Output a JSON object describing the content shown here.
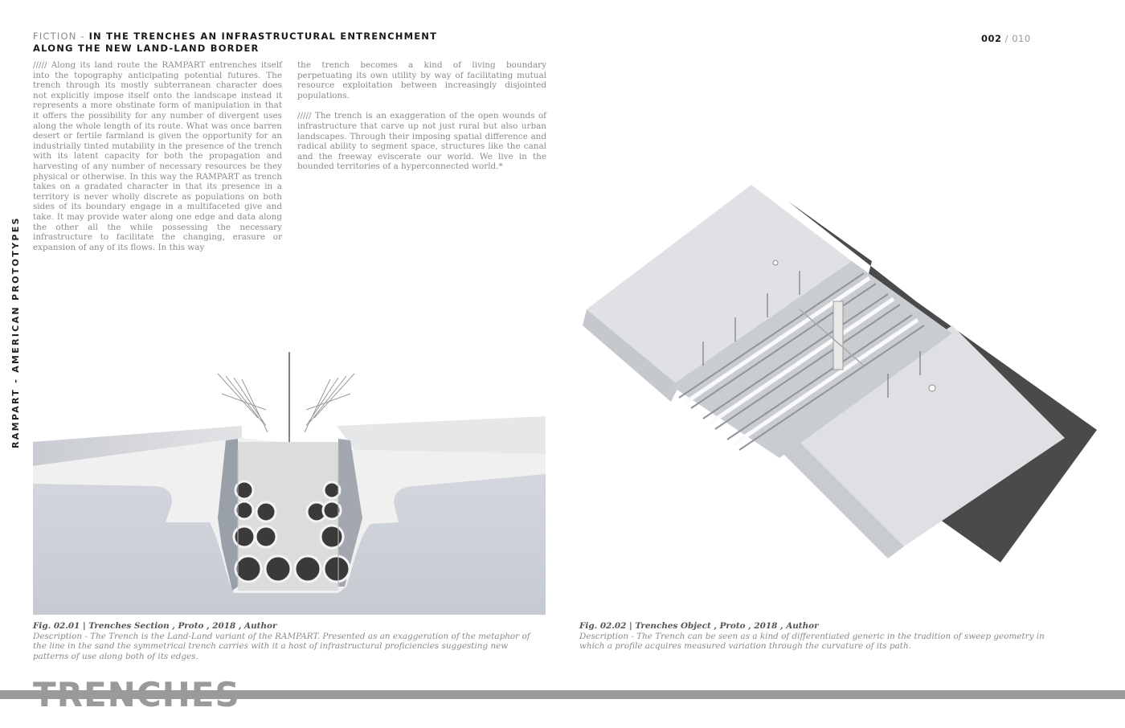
{
  "header": {
    "prefix": "FICTION - ",
    "title_line1": "IN THE TRENCHES AN INFRASTRUCTURAL ENTRENCHMENT",
    "title_line2": "ALONG THE NEW LAND-LAND BORDER"
  },
  "page_number": {
    "current": "002",
    "separator": " / ",
    "total": "010"
  },
  "side_label": "RAMPART - AMERICAN PROTOTYPES",
  "body": {
    "column1": [
      "///// Along its land route the RAMPART entrenches itself into the topography anticipating potential futures. The trench through its mostly subterranean character does not explicitly impose itself onto the landscape instead it represents a more obstinate form of manipulation in that it offers the possibility for any number of divergent uses along the whole length of its route. What was once barren desert or fertile farmland is given the opportunity for an industrially tinted mutability in the presence of the trench with its latent capacity for both the propagation and harvesting of any number of necessary resources be they physical or otherwise. In this way the RAMPART as trench takes on a gradated character in that its presence in a territory is never wholly discrete as populations on both sides of its boundary engage in a multifaceted give and take. It may provide water along one edge and data along the other all the while possessing the necessary infrastructure to facilitate the changing, erasure or expansion of any of its flows. In this way"
    ],
    "column2": [
      "the trench becomes a kind of living boundary perpetuating its own utility by way of facilitating mutual resource exploitation between increasingly disjointed populations.",
      "///// The trench is an exaggeration of the open wounds of infrastructure that carve up not just rural but also urban landscapes. Through their imposing spatial difference and radical ability to segment space, structures like the canal and the freeway eviscerate our world. We live in the bounded territories of a hyperconnected world.*"
    ]
  },
  "figures": [
    {
      "caption_title": "Fig. 02.01 | Trenches Section , Proto , 2018 , Author",
      "caption_text": "Description - The Trench is the Land-Land variant of the RAMPART. Presented as an exaggeration of the metaphor of the line in the sand the symmetrical trench carries with it a host of infrastructural proficiencies suggesting new patterns of use along both of its edges."
    },
    {
      "caption_title": "Fig. 02.02 | Trenches Object , Proto , 2018 , Author",
      "caption_text": "Description - The Trench can be seen as a kind of differentiated generic in the tradition of sweep geometry in which a profile acquires measured variation through the curvature of its path."
    }
  ],
  "footer": {
    "big_word": "TRENCHES"
  },
  "colors": {
    "text_grey": "#8a8a8a",
    "bar_grey": "#9a9a9a",
    "dark": "#1a1a1a"
  }
}
